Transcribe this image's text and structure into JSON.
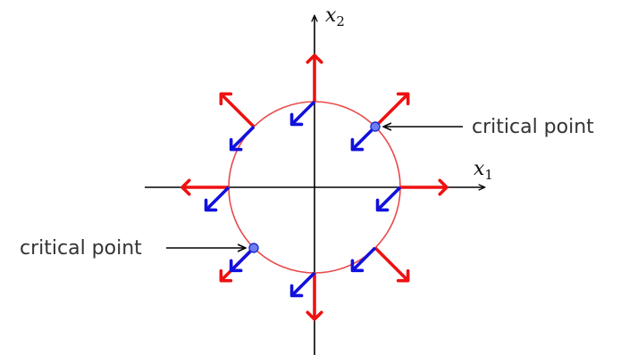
{
  "axes": {
    "x_label": "x",
    "x_sub": "1",
    "y_label": "x",
    "y_sub": "2"
  },
  "annotations": {
    "right_label": "critical point",
    "left_label": "critical point"
  },
  "colors": {
    "outward_arrow": "#ee1111",
    "inward_arrow": "#1111dd",
    "circle": "#e84a4a",
    "critical_point_fill": "#6f7ef2",
    "critical_point_stroke": "#1a2fd6",
    "axis": "#000000",
    "text": "#333333"
  },
  "arrow_angles_deg": [
    0,
    45,
    90,
    135,
    180,
    225,
    270,
    315
  ]
}
